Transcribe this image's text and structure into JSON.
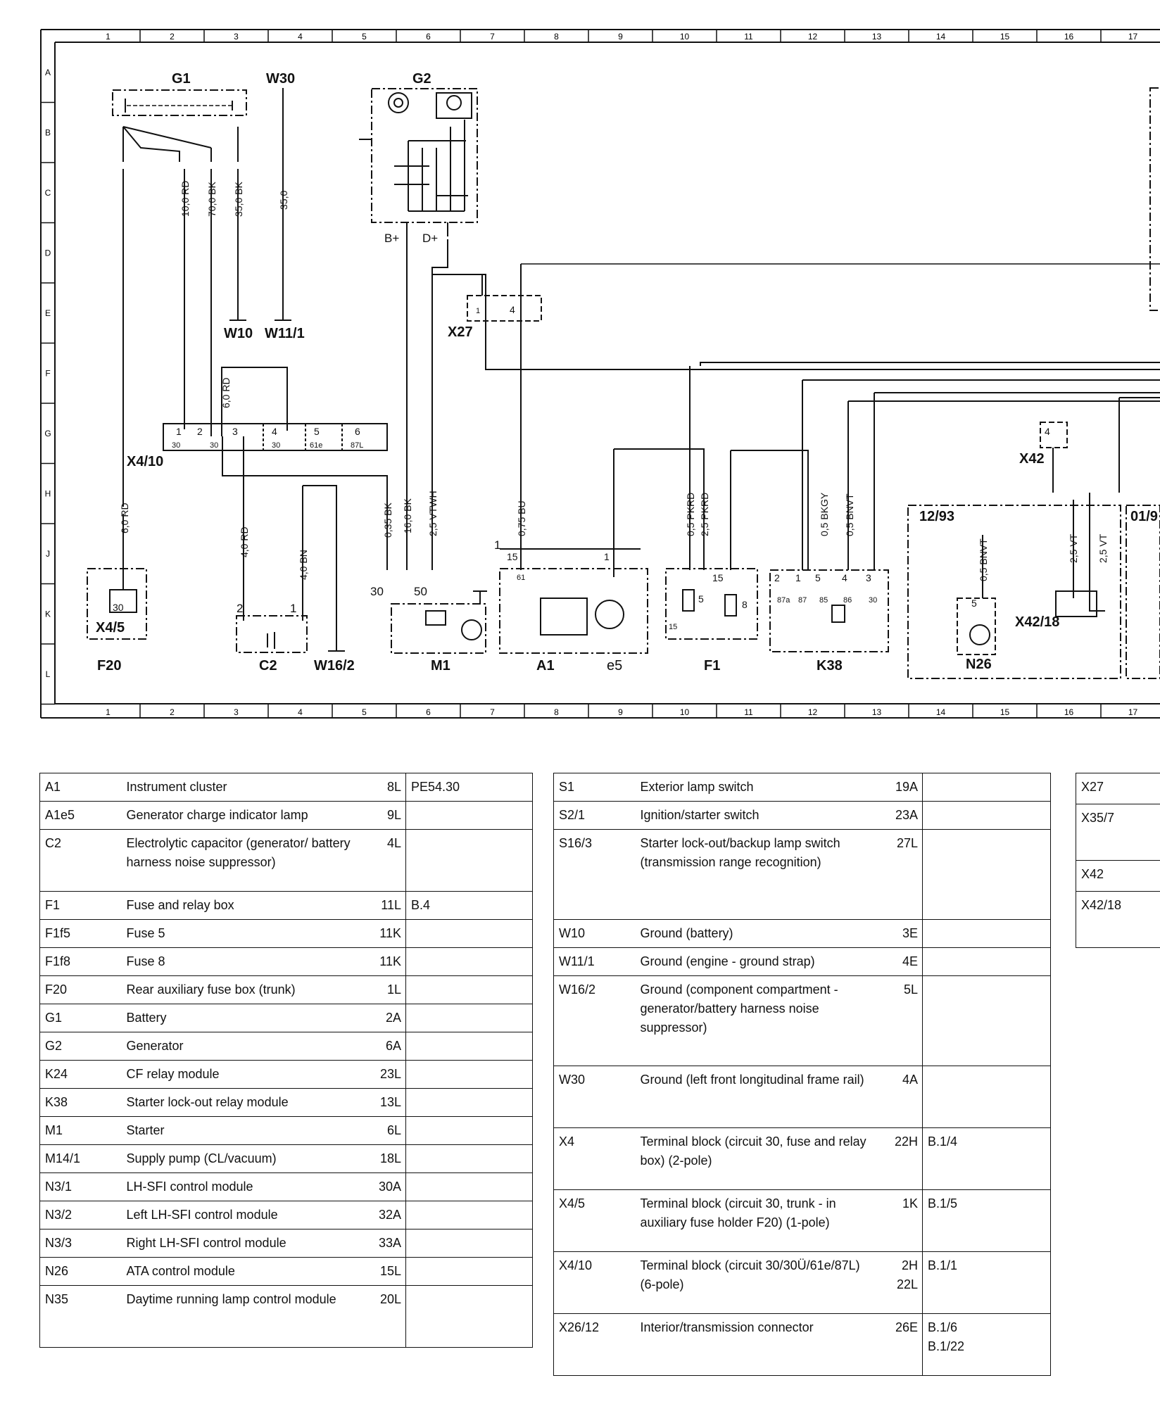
{
  "grid": {
    "columns": [
      "1",
      "2",
      "3",
      "4",
      "5",
      "6",
      "7",
      "8",
      "9",
      "10",
      "11",
      "12",
      "13",
      "14",
      "15",
      "16",
      "17"
    ],
    "rows": [
      "A",
      "B",
      "C",
      "D",
      "E",
      "F",
      "G",
      "H",
      "J",
      "K",
      "L"
    ]
  },
  "components": {
    "G1": "G1",
    "W30": "W30",
    "G2": "G2",
    "W10": "W10",
    "W11_1": "W11/1",
    "X27": "X27",
    "X42": "X42",
    "X4_10": "X4/10",
    "X4_5": "X4/5",
    "F20": "F20",
    "C2": "C2",
    "W16_2": "W16/2",
    "M1": "M1",
    "A1": "A1",
    "e5": "e5",
    "F1": "F1",
    "K38": "K38",
    "N26": "N26",
    "X42_18": "X42/18",
    "ref_12_93": "12/93",
    "ref_01_9": "01/9"
  },
  "wire_labels": {
    "w10rd": "10,0 RD",
    "w70bk": "70,0 BK",
    "w35bk": "35,0 BK",
    "w35": "35,0",
    "w6rd_x410": "6,0 RD",
    "w6rd_f20": "6,0 RD",
    "w4rd": "4,0 RD",
    "w4bn": "4,0 BN",
    "w035bk": "0,35 BK",
    "w16bk": "16,0 BK",
    "w25vtwh": "2,5 VTWH",
    "w075bu": "0,75 BU",
    "w05pkrd": "0,5 PKRD",
    "w25pkrd": "2,5 PKRD",
    "w05bkgy": "0,5 BKGY",
    "w05bnvt_k": "0,5 BNVT",
    "w05bnvt_n": "0,5 BNVT",
    "w25vt1": "2,5 VT",
    "w25vt2": "2,5 VT"
  },
  "terminals": {
    "bplus": "B+",
    "dplus": "D+",
    "t30_m1": "30",
    "t50": "50",
    "x410_1": "1",
    "x410_2": "2",
    "x410_3": "3",
    "x410_4": "4",
    "x410_5": "5",
    "x410_6": "6",
    "x410_s1": "30",
    "x410_s2": "30",
    "x410_s4": "30",
    "x410_s5": "61e",
    "x410_s6": "87L",
    "k38_2": "2",
    "k38_1": "1",
    "k38_5": "5",
    "k38_4": "4",
    "k38_3": "3",
    "k38_87a": "87a",
    "k38_87": "87",
    "k38_85": "85",
    "k38_86": "86",
    "k38_30": "30",
    "a1_15": "15",
    "a1_61": "61",
    "a1_1": "1",
    "a1_1b": "1",
    "f1_15a": "15",
    "f1_15b": "15",
    "f1_5": "5",
    "f1_8": "8",
    "f1_15c": "15",
    "x27_1": "1",
    "x27_4": "4",
    "x42_4": "4",
    "c2_2": "2",
    "c2_1": "1",
    "n26_5": "5",
    "x45_30": "30"
  },
  "legend": {
    "table1": [
      {
        "code": "A1",
        "desc": "Instrument cluster",
        "loc": "8L",
        "ref": [
          "PE54.30"
        ]
      },
      {
        "code": "A1e5",
        "desc": "Generator charge indicator lamp",
        "loc": "9L",
        "ref": []
      },
      {
        "code": "C2",
        "desc": "Electrolytic capacitor (generator/ battery harness noise suppressor)",
        "loc": "4L",
        "ref": []
      },
      {
        "code": "F1",
        "desc": "Fuse and relay box",
        "loc": "11L",
        "ref": [
          "B.4"
        ]
      },
      {
        "code": "F1f5",
        "desc": "Fuse 5",
        "loc": "11K",
        "ref": []
      },
      {
        "code": "F1f8",
        "desc": "Fuse 8",
        "loc": "11K",
        "ref": []
      },
      {
        "code": "F20",
        "desc": "Rear auxiliary fuse box (trunk)",
        "loc": "1L",
        "ref": []
      },
      {
        "code": "G1",
        "desc": "Battery",
        "loc": "2A",
        "ref": []
      },
      {
        "code": "G2",
        "desc": "Generator",
        "loc": "6A",
        "ref": []
      },
      {
        "code": "K24",
        "desc": "CF relay module",
        "loc": "23L",
        "ref": []
      },
      {
        "code": "K38",
        "desc": "Starter lock-out relay module",
        "loc": "13L",
        "ref": []
      },
      {
        "code": "M1",
        "desc": "Starter",
        "loc": "6L",
        "ref": []
      },
      {
        "code": "M14/1",
        "desc": "Supply pump (CL/vacuum)",
        "loc": "18L",
        "ref": []
      },
      {
        "code": "N3/1",
        "desc": "LH-SFI control module",
        "loc": "30A",
        "ref": []
      },
      {
        "code": "N3/2",
        "desc": "Left LH-SFI control module",
        "loc": "32A",
        "ref": []
      },
      {
        "code": "N3/3",
        "desc": "Right LH-SFI control module",
        "loc": "33A",
        "ref": []
      },
      {
        "code": "N26",
        "desc": "ATA control module",
        "loc": "15L",
        "ref": []
      },
      {
        "code": "N35",
        "desc": "Daytime running lamp control module",
        "loc": "20L",
        "ref": []
      }
    ],
    "table2": [
      {
        "code": "S1",
        "desc": "Exterior lamp switch",
        "loc": "19A",
        "ref": []
      },
      {
        "code": "S2/1",
        "desc": "Ignition/starter switch",
        "loc": "23A",
        "ref": []
      },
      {
        "code": "S16/3",
        "desc": "Starter lock-out/backup lamp switch (transmission range recognition)",
        "loc": "27L",
        "ref": []
      },
      {
        "code": "W10",
        "desc": "Ground (battery)",
        "loc": "3E",
        "ref": []
      },
      {
        "code": "W11/1",
        "desc": "Ground (engine - ground strap)",
        "loc": "4E",
        "ref": []
      },
      {
        "code": "W16/2",
        "desc": "Ground (component compartment - generator/battery harness noise suppressor)",
        "loc": "5L",
        "ref": []
      },
      {
        "code": "W30",
        "desc": "Ground (left front longitudinal frame rail)",
        "loc": "4A",
        "ref": []
      },
      {
        "code": "X4",
        "desc": "Terminal block (circuit 30, fuse and relay box) (2-pole)",
        "loc": "22H",
        "ref": [
          "B.1/4"
        ]
      },
      {
        "code": "X4/5",
        "desc": "Terminal block (circuit 30, trunk - in auxiliary fuse holder F20) (1-pole)",
        "loc": "1K",
        "ref": [
          "B.1/5"
        ]
      },
      {
        "code": "X4/10",
        "desc": "Terminal block (circuit 30/30Ü/61e/87L) (6-pole)",
        "loc": "2H 22L",
        "ref": [
          "B.1/1"
        ]
      },
      {
        "code": "X26/12",
        "desc": "Interior/transmission connector",
        "loc": "26E",
        "ref": [
          "B.1/6",
          "B.1/22"
        ]
      }
    ],
    "table3": [
      {
        "code": "X27"
      },
      {
        "code": "X35/7"
      },
      {
        "code": "X42"
      },
      {
        "code": "X42/18"
      }
    ]
  }
}
